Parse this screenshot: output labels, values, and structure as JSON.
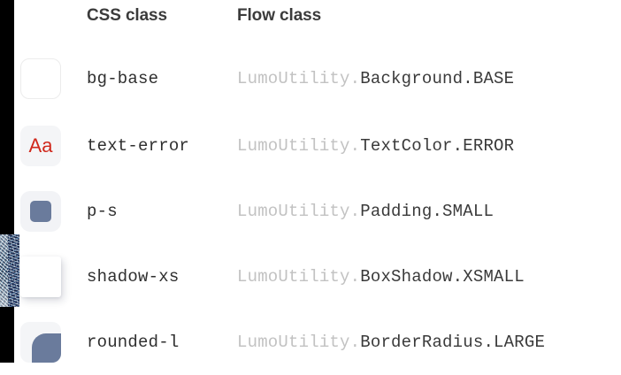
{
  "table": {
    "columns": [
      {
        "key": "preview",
        "label": ""
      },
      {
        "key": "css",
        "label": "CSS class"
      },
      {
        "key": "flow",
        "label": "Flow class"
      }
    ],
    "rows": [
      {
        "preview_name": "bg-base-preview",
        "css_class": "bg-base",
        "flow_prefix": "LumoUtility.",
        "flow_suffix": "Background.BASE"
      },
      {
        "preview_name": "text-error-preview",
        "preview_text": "Aa",
        "css_class": "text-error",
        "flow_prefix": "LumoUtility.",
        "flow_suffix": "TextColor.ERROR"
      },
      {
        "preview_name": "p-s-preview",
        "css_class": "p-s",
        "flow_prefix": "LumoUtility.",
        "flow_suffix": "Padding.SMALL"
      },
      {
        "preview_name": "shadow-xs-preview",
        "css_class": "shadow-xs",
        "flow_prefix": "LumoUtility.",
        "flow_suffix": "BoxShadow.XSMALL"
      },
      {
        "preview_name": "rounded-l-preview",
        "css_class": "rounded-l",
        "flow_prefix": "LumoUtility.",
        "flow_suffix": "BorderRadius.LARGE"
      }
    ]
  },
  "colors": {
    "header_text": "#3b3b3b",
    "css_text": "#2f2f2f",
    "flow_prefix_text": "#c2c2c2",
    "flow_suffix_text": "#3a3a3a",
    "error_red": "#d0281c",
    "slate_blue": "#6a7b9c",
    "swatch_tray": "#f3f4f6",
    "page_background": "#ffffff",
    "gutter": "#000000"
  }
}
